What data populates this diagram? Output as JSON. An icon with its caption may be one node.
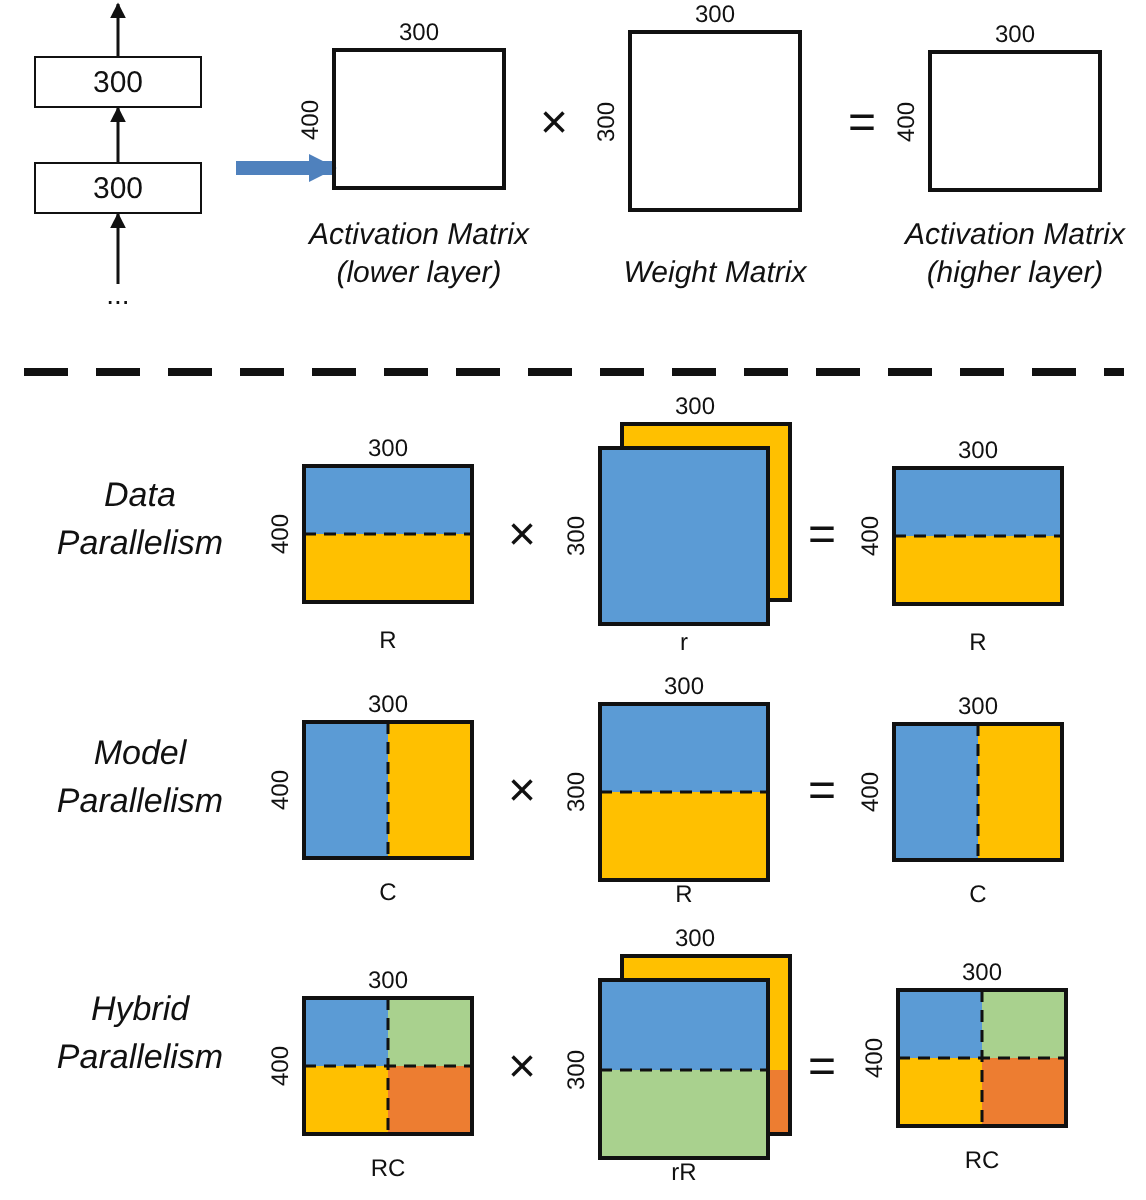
{
  "diagram": {
    "nodes": [
      {
        "text": [
          "300"
        ]
      },
      {
        "text": [
          "300"
        ]
      },
      {
        "text": [
          "..."
        ]
      },
      {
        "text": [],
        "shape": "box",
        "beside": [
          "300",
          "400",
          "Activation Matrix (lower layer)"
        ]
      },
      {
        "text": [],
        "shape": "box",
        "beside": [
          "300",
          "300",
          "Weight Matrix"
        ]
      },
      {
        "text": [],
        "shape": "box",
        "beside": [
          "300",
          "400",
          "Activation Matrix (higher layer)"
        ]
      },
      {
        "text": [],
        "shape": "box",
        "beside": [
          "300",
          "400",
          "R"
        ]
      },
      {
        "text": [],
        "shape": "box",
        "beside": [
          "300",
          "300",
          "r"
        ]
      },
      {
        "text": [],
        "shape": "box",
        "beside": [
          "300",
          "400",
          "R"
        ]
      },
      {
        "text": [],
        "shape": "box",
        "beside": [
          "300",
          "400",
          "C"
        ]
      },
      {
        "text": [],
        "shape": "box",
        "beside": [
          "300",
          "300",
          "R"
        ]
      },
      {
        "text": [],
        "shape": "box",
        "beside": [
          "300",
          "400",
          "C"
        ]
      },
      {
        "text": [],
        "shape": "box",
        "beside": [
          "300",
          "400",
          "RC"
        ]
      },
      {
        "text": [],
        "shape": "box",
        "beside": [
          "300",
          "300",
          "rR"
        ]
      },
      {
        "text": [],
        "shape": "box",
        "beside": [
          "300",
          "400",
          "RC"
        ]
      }
    ],
    "edges": [
      {
        "from": 0,
        "to": null,
        "arrow": "to"
      },
      {
        "from": 1,
        "to": 0,
        "arrow": "to"
      },
      {
        "from": 2,
        "to": 1,
        "arrow": "to"
      },
      {
        "from": null,
        "to": 3,
        "arrow": "to",
        "style": "thick",
        "color": "#4f81bd"
      }
    ],
    "labels": [
      "×",
      "=",
      "Data Parallelism",
      "×",
      "=",
      "Model Parallelism",
      "×",
      "=",
      "Hybrid Parallelism",
      "×",
      "="
    ]
  }
}
